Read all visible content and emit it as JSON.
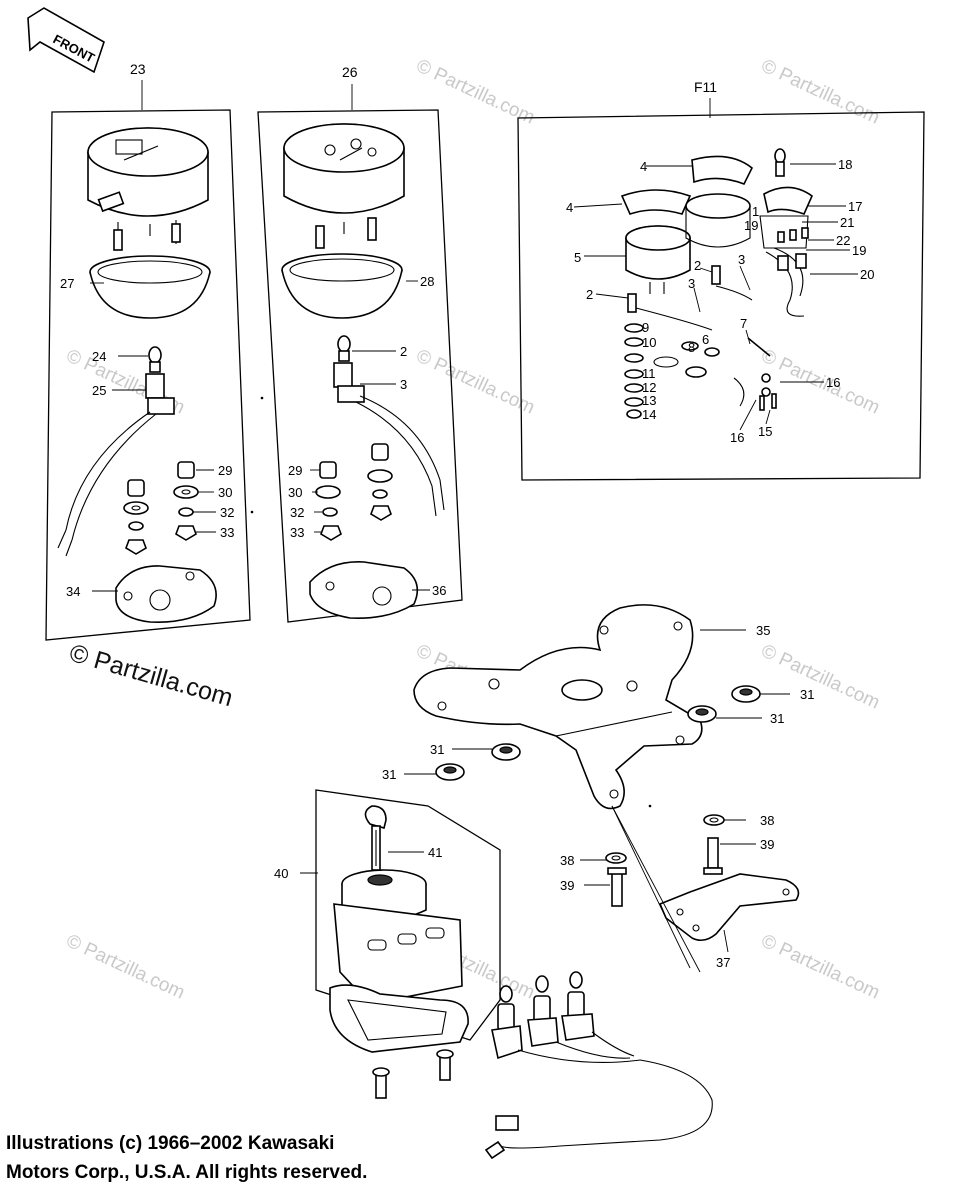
{
  "front_label": "FRONT",
  "sections": {
    "s23": "23",
    "s26": "26",
    "f11": "F11"
  },
  "watermark": {
    "main": "© Partzilla.com",
    "faint": "© Partzilla.com"
  },
  "copyright": {
    "line1": "Illustrations (c) 1966–2002 Kawasaki",
    "line2": "Motors Corp., U.S.A.  All rights reserved."
  },
  "callouts": {
    "c27": "27",
    "c24": "24",
    "c25": "25",
    "c29a": "29",
    "c30a": "30",
    "c32a": "32",
    "c33a": "33",
    "c34": "34",
    "c28": "28",
    "c2a": "2",
    "c3a": "3",
    "c29b": "29",
    "c30b": "30",
    "c32b": "32",
    "c33b": "33",
    "c36": "36",
    "f4a": "4",
    "f4b": "4",
    "f5": "5",
    "f2a": "2",
    "f2b": "2",
    "f3a": "3",
    "f3b": "3",
    "f9": "9",
    "f10": "10",
    "f8": "8",
    "f6": "6",
    "f7": "7",
    "f11n": "11",
    "f12": "12",
    "f13": "13",
    "f14": "14",
    "f16a": "16",
    "f16b": "16",
    "f15": "15",
    "f18": "18",
    "f17": "17",
    "f1": "1",
    "f21": "21",
    "f19a": "19",
    "f22": "22",
    "f19b": "19",
    "f20": "20",
    "c35": "35",
    "c31a": "31",
    "c31b": "31",
    "c31c": "31",
    "c31d": "31",
    "c38a": "38",
    "c39a": "39",
    "c38b": "38",
    "c39b": "39",
    "c37": "37",
    "c40": "40",
    "c41": "41"
  }
}
